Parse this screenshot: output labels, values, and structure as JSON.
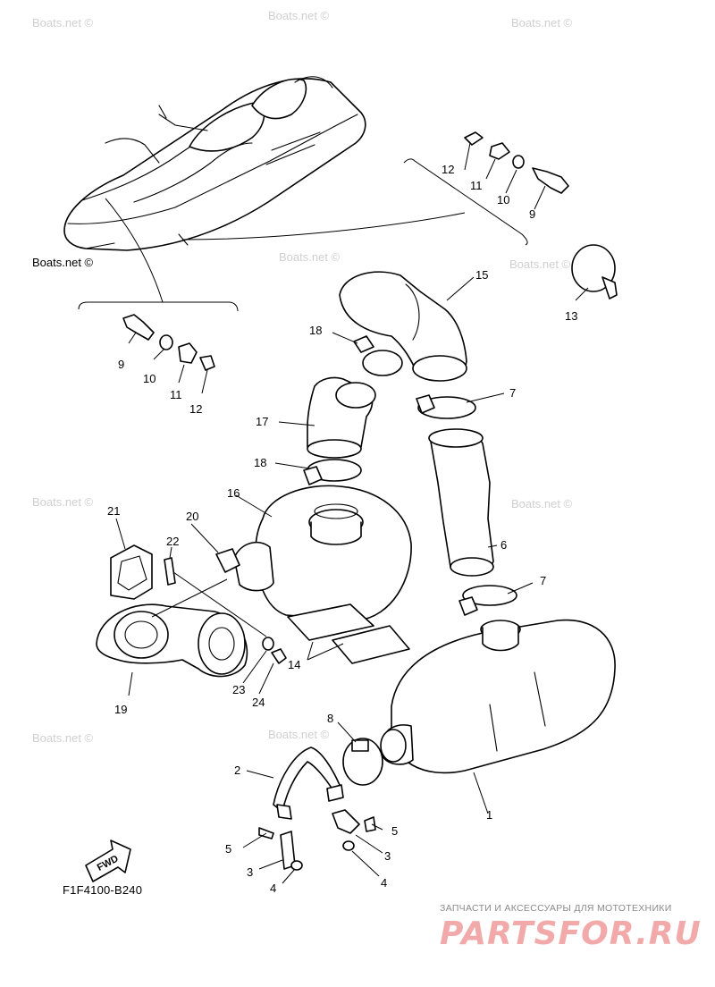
{
  "diagram_code": "F1F4100-B240",
  "fwd_label": "FWD",
  "watermark": "Boats.net ©",
  "brand": {
    "subtitle": "ЗАПЧАСТИ И АКСЕССУАРЫ ДЛЯ МОТОТЕХНИКИ",
    "name": "PARTSFOR.RU"
  },
  "callouts": [
    {
      "id": "c1",
      "label": "1"
    },
    {
      "id": "c2",
      "label": "2"
    },
    {
      "id": "c3a",
      "label": "3"
    },
    {
      "id": "c3b",
      "label": "3"
    },
    {
      "id": "c4a",
      "label": "4"
    },
    {
      "id": "c4b",
      "label": "4"
    },
    {
      "id": "c5a",
      "label": "5"
    },
    {
      "id": "c5b",
      "label": "5"
    },
    {
      "id": "c6",
      "label": "6"
    },
    {
      "id": "c7a",
      "label": "7"
    },
    {
      "id": "c7b",
      "label": "7"
    },
    {
      "id": "c8",
      "label": "8"
    },
    {
      "id": "c9a",
      "label": "9"
    },
    {
      "id": "c9b",
      "label": "9"
    },
    {
      "id": "c10a",
      "label": "10"
    },
    {
      "id": "c10b",
      "label": "10"
    },
    {
      "id": "c11a",
      "label": "11"
    },
    {
      "id": "c11b",
      "label": "11"
    },
    {
      "id": "c12a",
      "label": "12"
    },
    {
      "id": "c12b",
      "label": "12"
    },
    {
      "id": "c13",
      "label": "13"
    },
    {
      "id": "c14",
      "label": "14"
    },
    {
      "id": "c15",
      "label": "15"
    },
    {
      "id": "c16",
      "label": "16"
    },
    {
      "id": "c17",
      "label": "17"
    },
    {
      "id": "c18a",
      "label": "18"
    },
    {
      "id": "c18b",
      "label": "18"
    },
    {
      "id": "c19",
      "label": "19"
    },
    {
      "id": "c20",
      "label": "20"
    },
    {
      "id": "c21",
      "label": "21"
    },
    {
      "id": "c22",
      "label": "22"
    },
    {
      "id": "c23",
      "label": "23"
    },
    {
      "id": "c24",
      "label": "24"
    }
  ]
}
